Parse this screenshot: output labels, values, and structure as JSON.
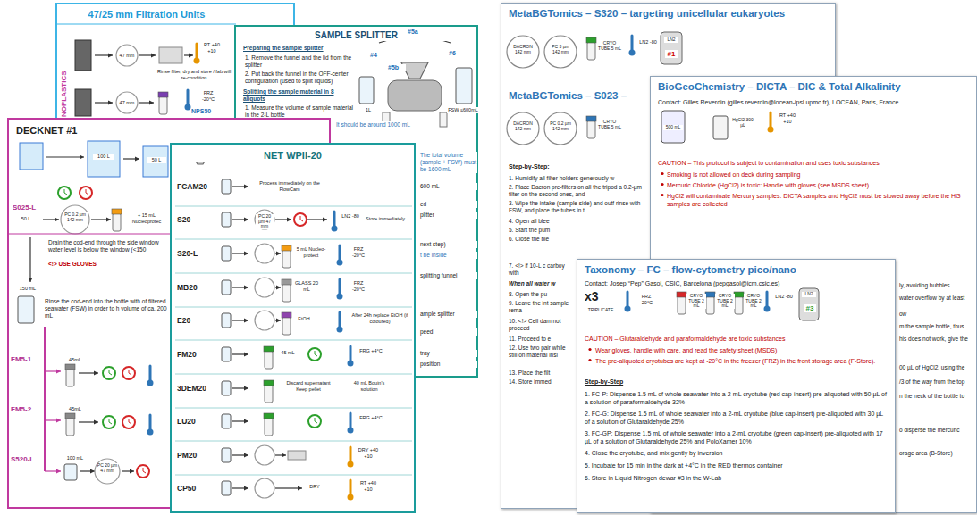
{
  "diagram": {
    "nodes": [
      {
        "text": [
          "47/25 mm Filtration Units"
        ]
      },
      {
        "text": [
          "SAMPLE SPLITTER",
          "Preparing the sample splitter",
          "1. Remove the funnel and the lid from the splitter",
          "2. Put back the funnel in the OFF-center configuration (used to split liquids)",
          "Splitting the sample material in 8 aliquots",
          "1. Measure the volume of sample material in the 2-L bottle",
          "It should be around 1000 mL",
          "The total volume (sample + FSW) must be 1600 mL",
          "600 mL",
          "ed",
          "plitter",
          "next step)",
          "t be inside",
          "splitting funnel",
          "ample splitter",
          "peed",
          "tray",
          "position"
        ]
      },
      {
        "text": [
          "DECKNET #1",
          "Drain the cod-end through the side window water level is below the window (<150",
          "<!> USE GLOVES",
          "Rinse the cod-end into the bottle with of filtered seawater (FSW) in order to h volume of ca. 200 mL"
        ]
      },
      {
        "text": [
          "NET WPII-20",
          "FCAM20",
          "S20",
          "S20-L",
          "MB20",
          "E20",
          "FM20",
          "3DEM20",
          "LU20",
          "PM20",
          "CP50"
        ]
      },
      {
        "text": [
          "MetaBGTomics – S320 – targeting unicellular eukaryotes",
          "MetaBGTomics – S023 –",
          "Step-by-Step:",
          "1. Humidify all filter holders generously w",
          "2. Place Dacron pre-filters on all the tripod a 0.2-µm filter on the second ones, and",
          "3. Wipe the intake (sample side) and outf rinse with FSW, and place the tubes in t",
          "4. Open all blee",
          "5. Start the pum",
          "6. Close the ble",
          "7. <!> if 10-L c carboy with",
          "When all water w",
          "8. Open the pu",
          "9. Leave the int sample rema",
          "10. <!> Cell dam not proceed",
          "11. Proceed to e",
          "12. Use two pair while still on material insi",
          "13. Place the filt",
          "14. Store immed"
        ]
      },
      {
        "text": [
          "BioGeoChemistry – DICTA – DIC & Total Alkalinity",
          "Contact: Gilles Reverdin (gilles.reverdin@locean-ipsl.upmc.fr), LOCEAN, Paris, France",
          "CAUTION – This protocol is subject to contamination and uses toxic substances",
          "Smoking is not allowed on deck during sampling",
          "Mercuric Chloride (HgCl2) is toxic: Handle with gloves (see MSDS sheet)",
          "HgCl2 will contaminate Mercury samples: DICTA samples and HgCl2 must be stowed away before the HG samples are collected",
          "ly, avoiding bubbles",
          "water overflow by at least",
          "ow",
          "m the sample bottle, thus",
          "his does not work, give the",
          "00 µL of HgCl2, using the",
          "/3 of the way from the top",
          "n the neck of the bottle to",
          "o disperse the mercuric",
          "orage area (B-Store)"
        ]
      },
      {
        "text": [
          "Taxonomy – FC – flow-cytometry pico/nano",
          "Contact: Josep “Pep” Gasol, CSIC, Barcelona (pepgasol@icm.csic.es)",
          "CAUTION – Glutaraldehyde and paraformaldehyde are toxic substances",
          "Wear gloves, handle with care, and read the safety sheet (MSDS)",
          "The pre-aliquoted cryotubes are kept at -20°C in the freezer (FRZ) in the front storage area (F-Store).",
          "Step-by-Step",
          "1. FC-P: Dispense 1.5 mL of whole seawater into a 2-mL cryotube (red cap-insert) pre-aliquoted with 50 µL of a solution of paraformaldehyde 32%",
          "2. FC-G: Dispense 1.5 mL of whole seawater into a 2-mL cryotube (blue cap-insert) pre-aliquoted with 30 µL of a solution of Glutaraldehyde 25%",
          "3. FC-GP: Dispense 1.5 mL of whole seawater into a 2-mL cryotube (green cap-insert) pre-aliquoted with 17 µL of a solution of Glutaraldehyde 25% and PoloXamer 10%",
          "4. Close the cryotube, and mix gently by inversion",
          "5. Incubate for 15 min in the dark at +4°C in the RED thermos container",
          "6. Store in Liquid Nitrogen dewar #3 in the W-Lab"
        ]
      }
    ],
    "labels": [
      "NOPLASTICS",
      "47 mm",
      "RT +40 +10",
      "Rinse filter, dry and store / fab will re-condition",
      "47 mm",
      "FRZ -20°C",
      "NPS50",
      "#5a",
      "#4",
      "#5b",
      "#6",
      "1L",
      "FSW ≤600mL",
      "100 L",
      "50 L",
      "S025-L",
      "50 L",
      "PC 0.2 µm 142 mm",
      "+ 15 mL Nucleoprotec",
      "150 mL",
      "FM5-1",
      "45mL",
      "FM5-2",
      "45mL",
      "S520-L",
      "100 mL",
      "PC 20 µm 47 mm",
      "Process immediately on the FlowCam",
      "PC 20 µm 47 mm",
      "LN2 -80",
      "Store immediately",
      "5 mL Nucleo-protect",
      "FRZ -20°C",
      "GLASS 20 mL",
      "FRZ -20°C",
      "EtOH",
      "After 24h replace EtOH (if coloured)",
      "45 mL",
      "FRG +4°C",
      "Discard supernatant Keep pellet",
      "40 mL Bouin's solution",
      "FRG +4°C",
      "DRY +40 +10",
      "DRY",
      "RT +40 +10",
      "DACRON 142 mm",
      "PC 3 µm 142 mm",
      "CRYO TUBE 5 mL",
      "LN2 -80",
      "LN2",
      "#1",
      "DACRON 142 mm",
      "PC 0.2 µm 142 mm",
      "CRYO TUBE 5 mL",
      "500 mL",
      "HgCl2 300 µL",
      "RT +40 +10",
      "x3",
      "TRIPLICATE",
      "FRZ -20°C",
      "CRYO TUBE 2 mL",
      "CRYO TUBE 2 mL",
      "CRYO TUBE 2 mL",
      "LN2 -80",
      "LN2",
      "#3"
    ]
  }
}
